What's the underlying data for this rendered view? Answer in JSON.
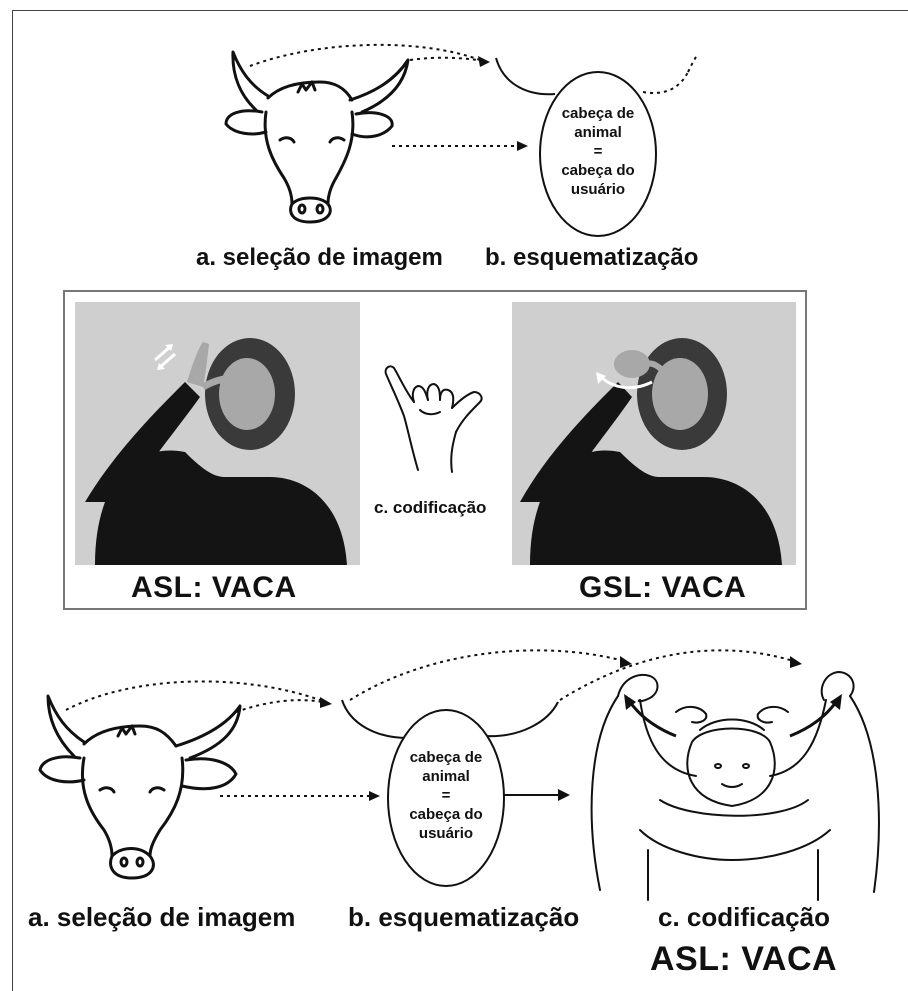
{
  "top": {
    "step_a": "a. seleção de imagem",
    "step_b": "b. esquematização",
    "oval_lines": [
      "cabeça de",
      "animal",
      "=",
      "cabeça do",
      "usuário"
    ]
  },
  "middle": {
    "left_caption": "ASL: VACA",
    "right_caption": "GSL: VACA",
    "center_caption": "c. codificação"
  },
  "bottom": {
    "step_a": "a. seleção de imagem",
    "step_b": "b. esquematização",
    "step_c": "c. codificação",
    "final_caption": "ASL: VACA",
    "oval_lines": [
      "cabeça de",
      "animal",
      "=",
      "cabeça do",
      "usuário"
    ]
  },
  "colors": {
    "ink": "#111111",
    "photo_bg": "#c9c9c9",
    "sweater": "#141414",
    "skin": "#a8a8a8",
    "hair": "#3a3a3a"
  }
}
